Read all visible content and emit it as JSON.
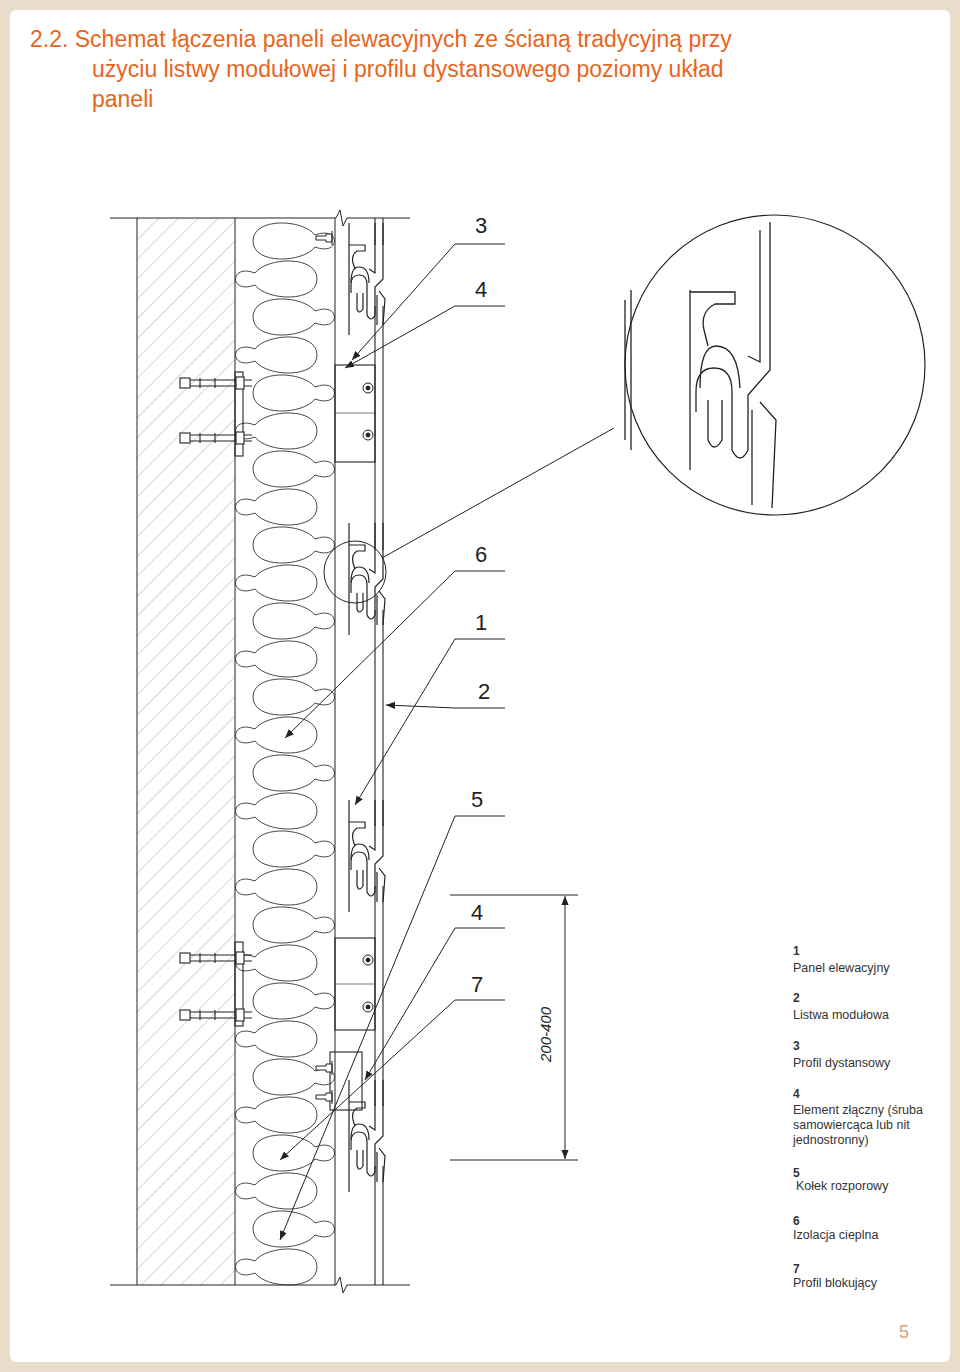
{
  "diagram": {
    "title": "2.2. Schemat łączenia paneli elewacyjnych ze ścianą tradycyjną przy użyciu listwy modułowej i profilu dystansowego poziomy układ paneli",
    "labels": [
      "3",
      "4",
      "6",
      "1",
      "2",
      "5",
      "4",
      "7",
      "200-400",
      "1",
      "Panel elewacyjny",
      "2",
      "Listwa modułowa",
      "3",
      "Profil dystansowy",
      "4",
      "Element złączny (śruba samowiercąca lub nit jednostronny)",
      "5",
      "Kołek rozporowy",
      "6",
      "Izolacja cieplna",
      "7",
      "Profil blokujący",
      "5"
    ]
  }
}
